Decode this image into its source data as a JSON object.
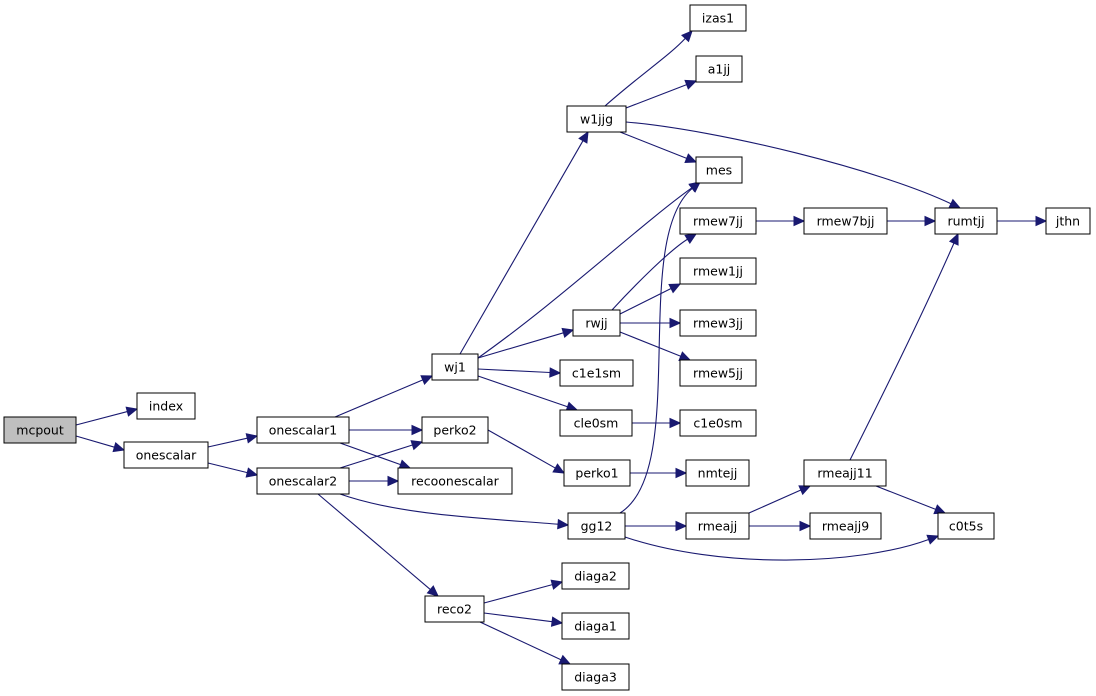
{
  "graph": {
    "colors": {
      "node_fill": "#ffffff",
      "root_fill": "#bfbfbf",
      "edge": "#191970",
      "border": "#000000"
    },
    "nodes": [
      {
        "id": "mcpout",
        "label": "mcpout",
        "root": true
      },
      {
        "id": "index",
        "label": "index"
      },
      {
        "id": "onescalar",
        "label": "onescalar"
      },
      {
        "id": "onescalar1",
        "label": "onescalar1"
      },
      {
        "id": "onescalar2",
        "label": "onescalar2"
      },
      {
        "id": "wj1",
        "label": "wj1"
      },
      {
        "id": "perko2",
        "label": "perko2"
      },
      {
        "id": "recoonescalar",
        "label": "recoonescalar"
      },
      {
        "id": "reco2",
        "label": "reco2"
      },
      {
        "id": "w1jjg",
        "label": "w1jjg"
      },
      {
        "id": "rwjj",
        "label": "rwjj"
      },
      {
        "id": "c1e1sm",
        "label": "c1e1sm"
      },
      {
        "id": "cle0sm",
        "label": "cle0sm"
      },
      {
        "id": "perko1",
        "label": "perko1"
      },
      {
        "id": "gg12",
        "label": "gg12"
      },
      {
        "id": "diaga2",
        "label": "diaga2"
      },
      {
        "id": "diaga1",
        "label": "diaga1"
      },
      {
        "id": "diaga3",
        "label": "diaga3"
      },
      {
        "id": "izas1",
        "label": "izas1"
      },
      {
        "id": "a1jj",
        "label": "a1jj"
      },
      {
        "id": "mes",
        "label": "mes"
      },
      {
        "id": "rmew7jj",
        "label": "rmew7jj"
      },
      {
        "id": "rmew1jj",
        "label": "rmew1jj"
      },
      {
        "id": "rmew3jj",
        "label": "rmew3jj"
      },
      {
        "id": "rmew5jj",
        "label": "rmew5jj"
      },
      {
        "id": "c1e0sm",
        "label": "c1e0sm"
      },
      {
        "id": "nmtejj",
        "label": "nmtejj"
      },
      {
        "id": "rmeajj",
        "label": "rmeajj"
      },
      {
        "id": "rmew7bjj",
        "label": "rmew7bjj"
      },
      {
        "id": "rmeajj11",
        "label": "rmeajj11"
      },
      {
        "id": "rmeajj9",
        "label": "rmeajj9"
      },
      {
        "id": "rumtjj",
        "label": "rumtjj"
      },
      {
        "id": "c0t5s",
        "label": "c0t5s"
      },
      {
        "id": "jthn",
        "label": "jthn"
      }
    ],
    "edges": [
      {
        "from": "mcpout",
        "to": "index"
      },
      {
        "from": "mcpout",
        "to": "onescalar"
      },
      {
        "from": "onescalar",
        "to": "onescalar1"
      },
      {
        "from": "onescalar",
        "to": "onescalar2"
      },
      {
        "from": "onescalar1",
        "to": "wj1"
      },
      {
        "from": "onescalar1",
        "to": "perko2"
      },
      {
        "from": "onescalar1",
        "to": "recoonescalar"
      },
      {
        "from": "onescalar2",
        "to": "perko2"
      },
      {
        "from": "onescalar2",
        "to": "recoonescalar"
      },
      {
        "from": "onescalar2",
        "to": "gg12"
      },
      {
        "from": "onescalar2",
        "to": "reco2"
      },
      {
        "from": "wj1",
        "to": "w1jjg"
      },
      {
        "from": "wj1",
        "to": "mes"
      },
      {
        "from": "wj1",
        "to": "rwjj"
      },
      {
        "from": "wj1",
        "to": "c1e1sm"
      },
      {
        "from": "wj1",
        "to": "cle0sm"
      },
      {
        "from": "perko2",
        "to": "perko1"
      },
      {
        "from": "reco2",
        "to": "diaga2"
      },
      {
        "from": "reco2",
        "to": "diaga1"
      },
      {
        "from": "reco2",
        "to": "diaga3"
      },
      {
        "from": "w1jjg",
        "to": "izas1"
      },
      {
        "from": "w1jjg",
        "to": "a1jj"
      },
      {
        "from": "w1jjg",
        "to": "mes"
      },
      {
        "from": "w1jjg",
        "to": "rumtjj"
      },
      {
        "from": "rwjj",
        "to": "rmew7jj"
      },
      {
        "from": "rwjj",
        "to": "rmew1jj"
      },
      {
        "from": "rwjj",
        "to": "rmew3jj"
      },
      {
        "from": "rwjj",
        "to": "rmew5jj"
      },
      {
        "from": "cle0sm",
        "to": "c1e0sm"
      },
      {
        "from": "perko1",
        "to": "nmtejj"
      },
      {
        "from": "gg12",
        "to": "mes"
      },
      {
        "from": "gg12",
        "to": "rmeajj"
      },
      {
        "from": "gg12",
        "to": "c0t5s"
      },
      {
        "from": "rmew7jj",
        "to": "rmew7bjj"
      },
      {
        "from": "rmew7bjj",
        "to": "rumtjj"
      },
      {
        "from": "rmeajj",
        "to": "rmeajj11"
      },
      {
        "from": "rmeajj",
        "to": "rmeajj9"
      },
      {
        "from": "rmeajj11",
        "to": "rumtjj"
      },
      {
        "from": "rmeajj11",
        "to": "c0t5s"
      },
      {
        "from": "rumtjj",
        "to": "jthn"
      }
    ]
  }
}
